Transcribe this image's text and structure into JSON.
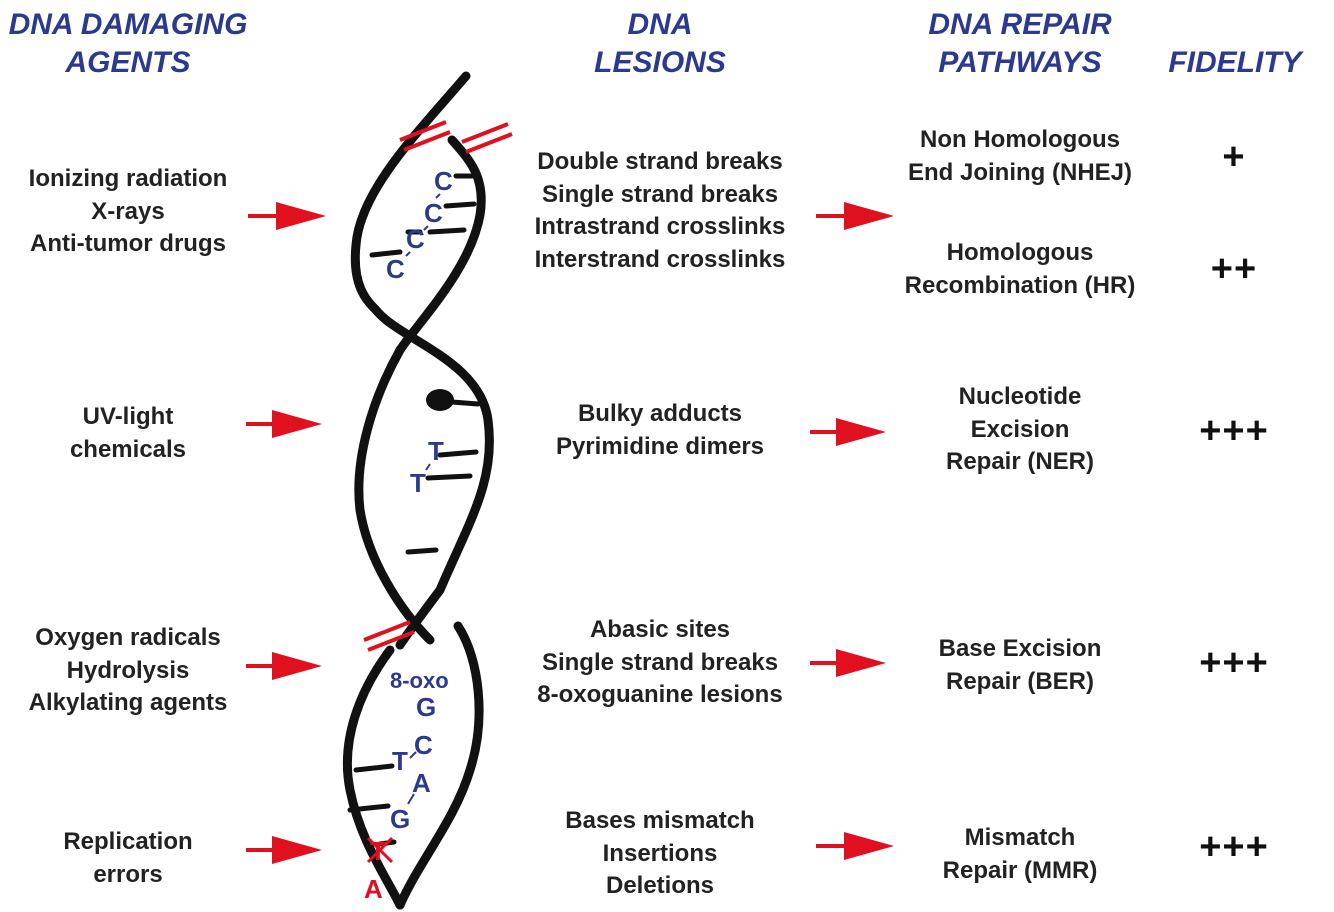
{
  "headers": {
    "agents": [
      "DNA DAMAGING",
      "AGENTS"
    ],
    "lesions": [
      "DNA",
      "LESIONS"
    ],
    "pathways": [
      "DNA REPAIR",
      "PATHWAYS"
    ],
    "fidelity": [
      "FIDELITY"
    ]
  },
  "rows": [
    {
      "agents": [
        "Ionizing radiation",
        "X-rays",
        "Anti-tumor drugs"
      ],
      "lesions": [
        "Double strand breaks",
        "Single strand breaks",
        "Intrastrand crosslinks",
        "Interstrand crosslinks"
      ],
      "pathways": [
        {
          "lines": [
            "Non Homologous",
            "End Joining (NHEJ)"
          ],
          "fidelity": "+"
        },
        {
          "lines": [
            "Homologous",
            "Recombination (HR)"
          ],
          "fidelity": "++"
        }
      ]
    },
    {
      "agents": [
        "UV-light",
        "chemicals"
      ],
      "lesions": [
        "Bulky adducts",
        "Pyrimidine dimers"
      ],
      "pathways": [
        {
          "lines": [
            "Nucleotide",
            "Excision",
            "Repair (NER)"
          ],
          "fidelity": "+++"
        }
      ]
    },
    {
      "agents": [
        "Oxygen radicals",
        "Hydrolysis",
        "Alkylating agents"
      ],
      "lesions": [
        "Abasic sites",
        "Single strand breaks",
        "8-oxoguanine lesions"
      ],
      "pathways": [
        {
          "lines": [
            "Base Excision",
            "Repair (BER)"
          ],
          "fidelity": "+++"
        }
      ]
    },
    {
      "agents": [
        "Replication",
        "errors"
      ],
      "lesions": [
        "Bases mismatch",
        "Insertions",
        "Deletions"
      ],
      "pathways": [
        {
          "lines": [
            "Mismatch",
            "Repair (MMR)"
          ],
          "fidelity": "+++"
        }
      ]
    }
  ],
  "helix_bases": {
    "top": [
      "C",
      "C",
      "C",
      "C"
    ],
    "middle": [
      "T",
      "T"
    ],
    "lower_oxo": "8-oxo",
    "lower_g": "G",
    "lower_pairs": [
      "T",
      "C",
      "A",
      "G",
      "T",
      "A"
    ]
  },
  "colors": {
    "header": "#2b3a8f",
    "base_letters": "#2b3a8f",
    "arrows": "#e0101e",
    "text": "#222222",
    "strand": "#111111"
  }
}
